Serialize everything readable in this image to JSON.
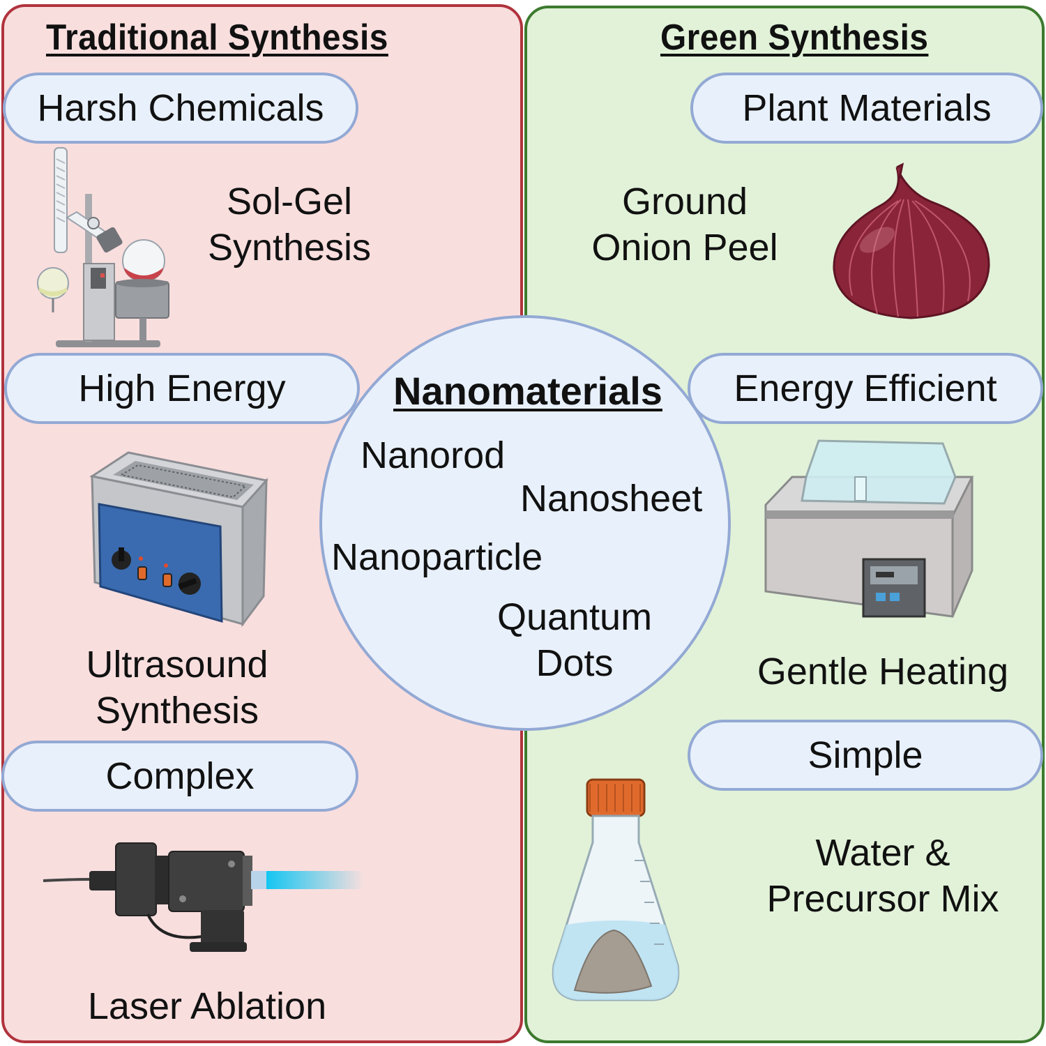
{
  "left_panel": {
    "title": "Traditional Synthesis",
    "pills": {
      "p1": "Harsh Chemicals",
      "p2": "High Energy",
      "p3": "Complex"
    },
    "methods": {
      "sol_gel": [
        "Sol-Gel",
        "Synthesis"
      ],
      "ultrasound": [
        "Ultrasound",
        "Synthesis"
      ],
      "laser": "Laser Ablation"
    }
  },
  "right_panel": {
    "title": "Green Synthesis",
    "pills": {
      "p1": "Plant Materials",
      "p2": "Energy Efficient",
      "p3": "Simple"
    },
    "methods": {
      "onion": [
        "Ground",
        "Onion Peel"
      ],
      "heating": "Gentle Heating",
      "mix": [
        "Water &",
        "Precursor Mix"
      ]
    }
  },
  "center": {
    "title": "Nanomaterials",
    "items": {
      "nanorod": "Nanorod",
      "nanosheet": "Nanosheet",
      "nanoparticle": "Nanoparticle",
      "quantum": [
        "Quantum",
        "Dots"
      ]
    }
  },
  "colors": {
    "left_bg": "#f9dede",
    "left_border": "#b0333d",
    "right_bg": "#e1f2d8",
    "right_border": "#3d7a2f",
    "pill_bg": "#e8f0fb",
    "pill_border": "#93a9d4"
  },
  "icons": [
    "rotary-evaporator-icon",
    "ultrasonic-bath-icon",
    "laser-device-icon",
    "red-onion-icon",
    "water-bath-icon",
    "erlenmeyer-flask-icon"
  ]
}
